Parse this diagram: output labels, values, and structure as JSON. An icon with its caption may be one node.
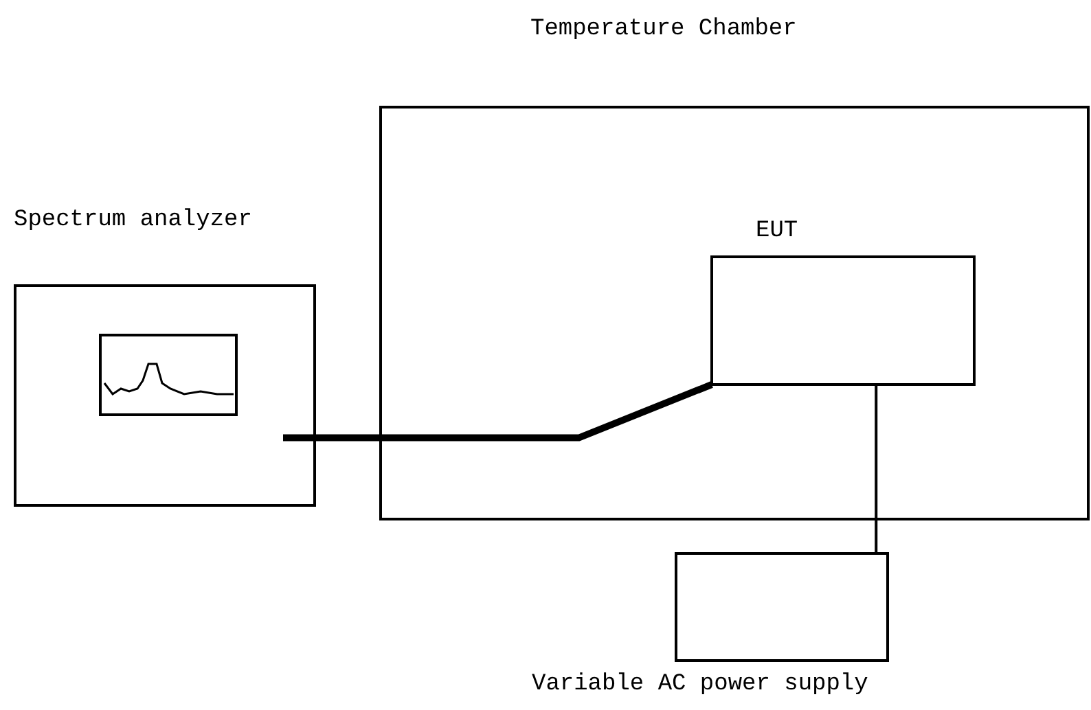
{
  "diagram": {
    "nodes": [
      {
        "text": [
          "Temperature Chamber"
        ]
      },
      {
        "text": [
          "Spectrum analyzer"
        ]
      },
      {
        "text": [
          "EUT"
        ],
        "in": 0
      },
      {
        "text": [
          "Variable AC power supply"
        ]
      }
    ],
    "edges": [
      {
        "from": 1,
        "to": 2,
        "arrow": "none",
        "style": "thick"
      },
      {
        "from": 2,
        "to": 3,
        "arrow": "none"
      }
    ]
  }
}
